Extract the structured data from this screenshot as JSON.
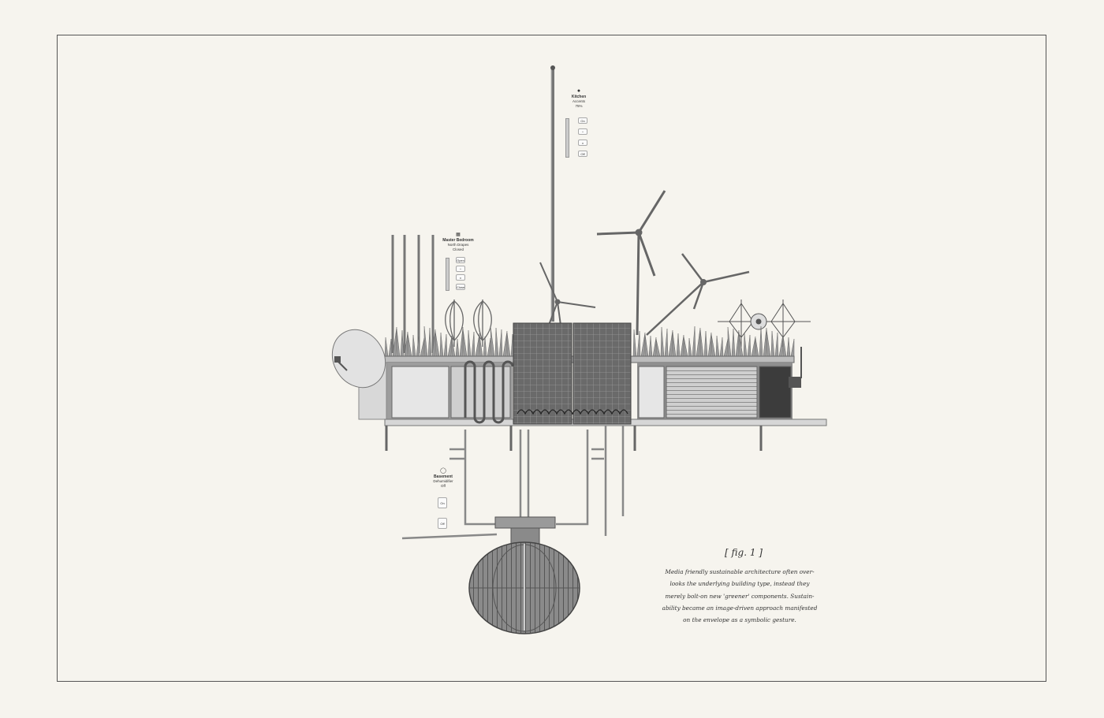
{
  "figure": {
    "label": "[ fig. 1 ]",
    "caption_lines": [
      "Media friendly sustainable architecture often over-",
      "looks the underlying building type, instead they",
      "merely bolt-on new 'greener' components. Sustain-",
      "ability became an image-driven approach manifested",
      "on the envelope as a symbolic gesture."
    ]
  },
  "panels": {
    "kitchen": {
      "title_lines": [
        "Kitchen",
        "Accents"
      ],
      "value": "75%",
      "icon": "lightbulb-icon",
      "buttons": [
        "On",
        "^",
        "v",
        "Off"
      ]
    },
    "master_bedroom": {
      "title_lines": [
        "Master Bedroom"
      ],
      "sub_lines": [
        "North Drapes",
        "Closed"
      ],
      "icon": "drapes-icon",
      "buttons": [
        "Open",
        "^",
        "v",
        "Close"
      ]
    },
    "basement": {
      "title_lines": [
        "Basement",
        "Dehumidifier"
      ],
      "value": "Off",
      "icon": "power-icon",
      "buttons": [
        "On",
        "Off"
      ]
    }
  },
  "colors": {
    "background": "#f6f4ee",
    "ink": "#333333",
    "frame": "#555555"
  }
}
